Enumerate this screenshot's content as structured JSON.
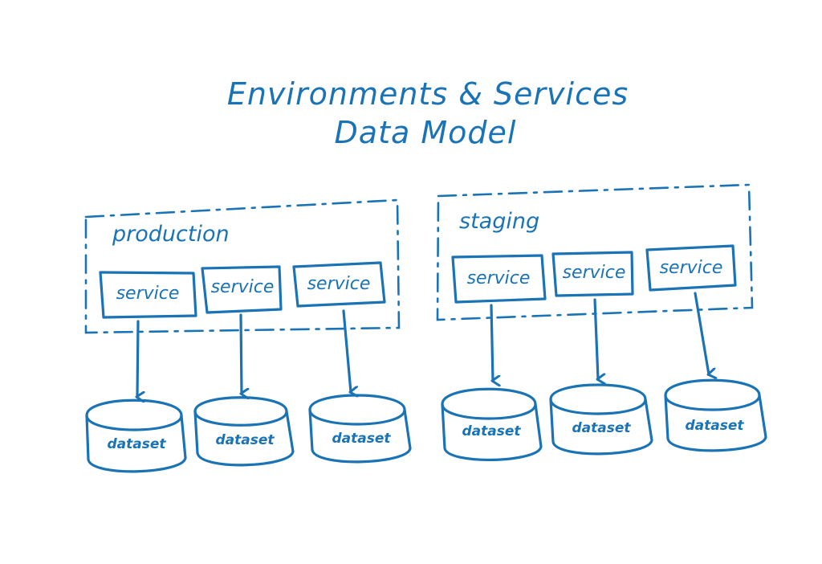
{
  "diagram": {
    "title_line1": "Environments & Services",
    "title_line2": "Data Model",
    "environments": [
      {
        "label": "production",
        "services": [
          "service",
          "service",
          "service"
        ],
        "datasets": [
          "dataset",
          "dataset",
          "dataset"
        ]
      },
      {
        "label": "staging",
        "services": [
          "service",
          "service",
          "service"
        ],
        "datasets": [
          "dataset",
          "dataset",
          "dataset"
        ]
      }
    ],
    "colors": {
      "ink": "#1a73b5",
      "background": "#ffffff"
    }
  }
}
